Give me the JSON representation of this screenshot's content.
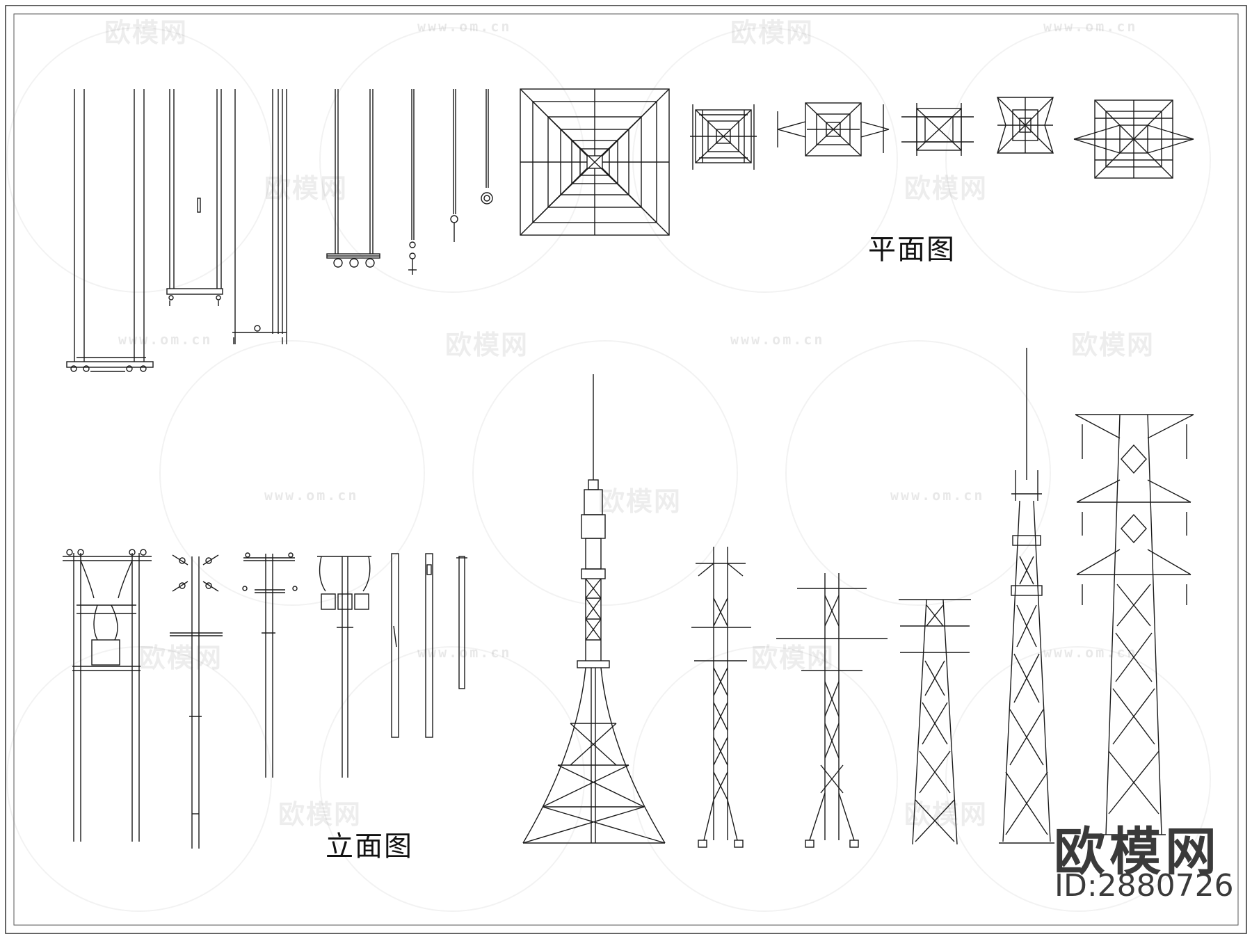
{
  "labels": {
    "plan": "平面图",
    "elevation": "立面图"
  },
  "brand": {
    "name": "欧模网",
    "id": "ID:2880726"
  },
  "watermark": {
    "text": "欧模网",
    "url": "www.om.cn"
  },
  "colors": {
    "line": "#1a1a1a",
    "background": "#ffffff",
    "brand": "#3a3a3a"
  }
}
